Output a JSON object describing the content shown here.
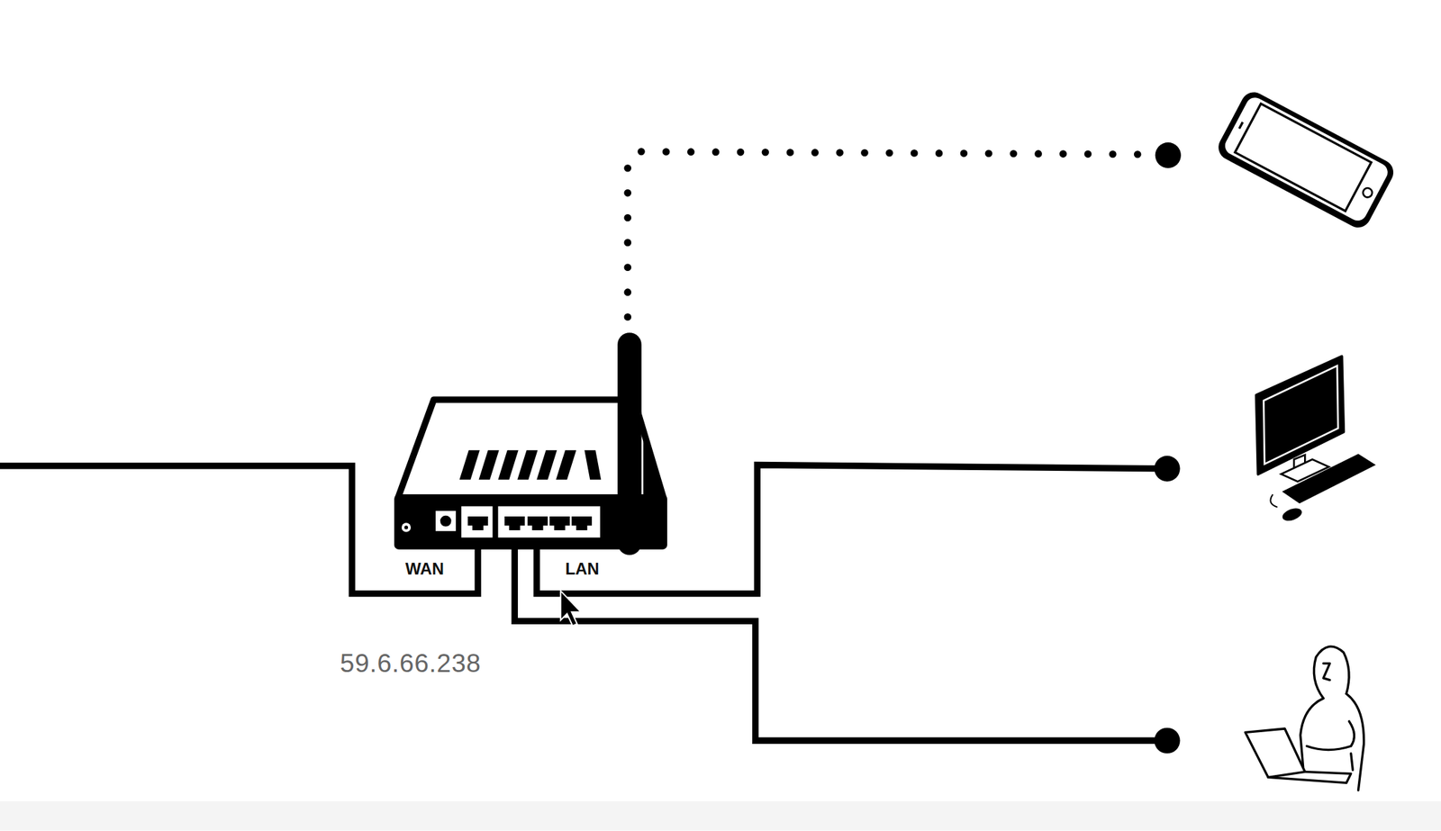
{
  "diagram": {
    "labels": [
      "WAN",
      "LAN",
      "59.6.66.238"
    ]
  }
}
